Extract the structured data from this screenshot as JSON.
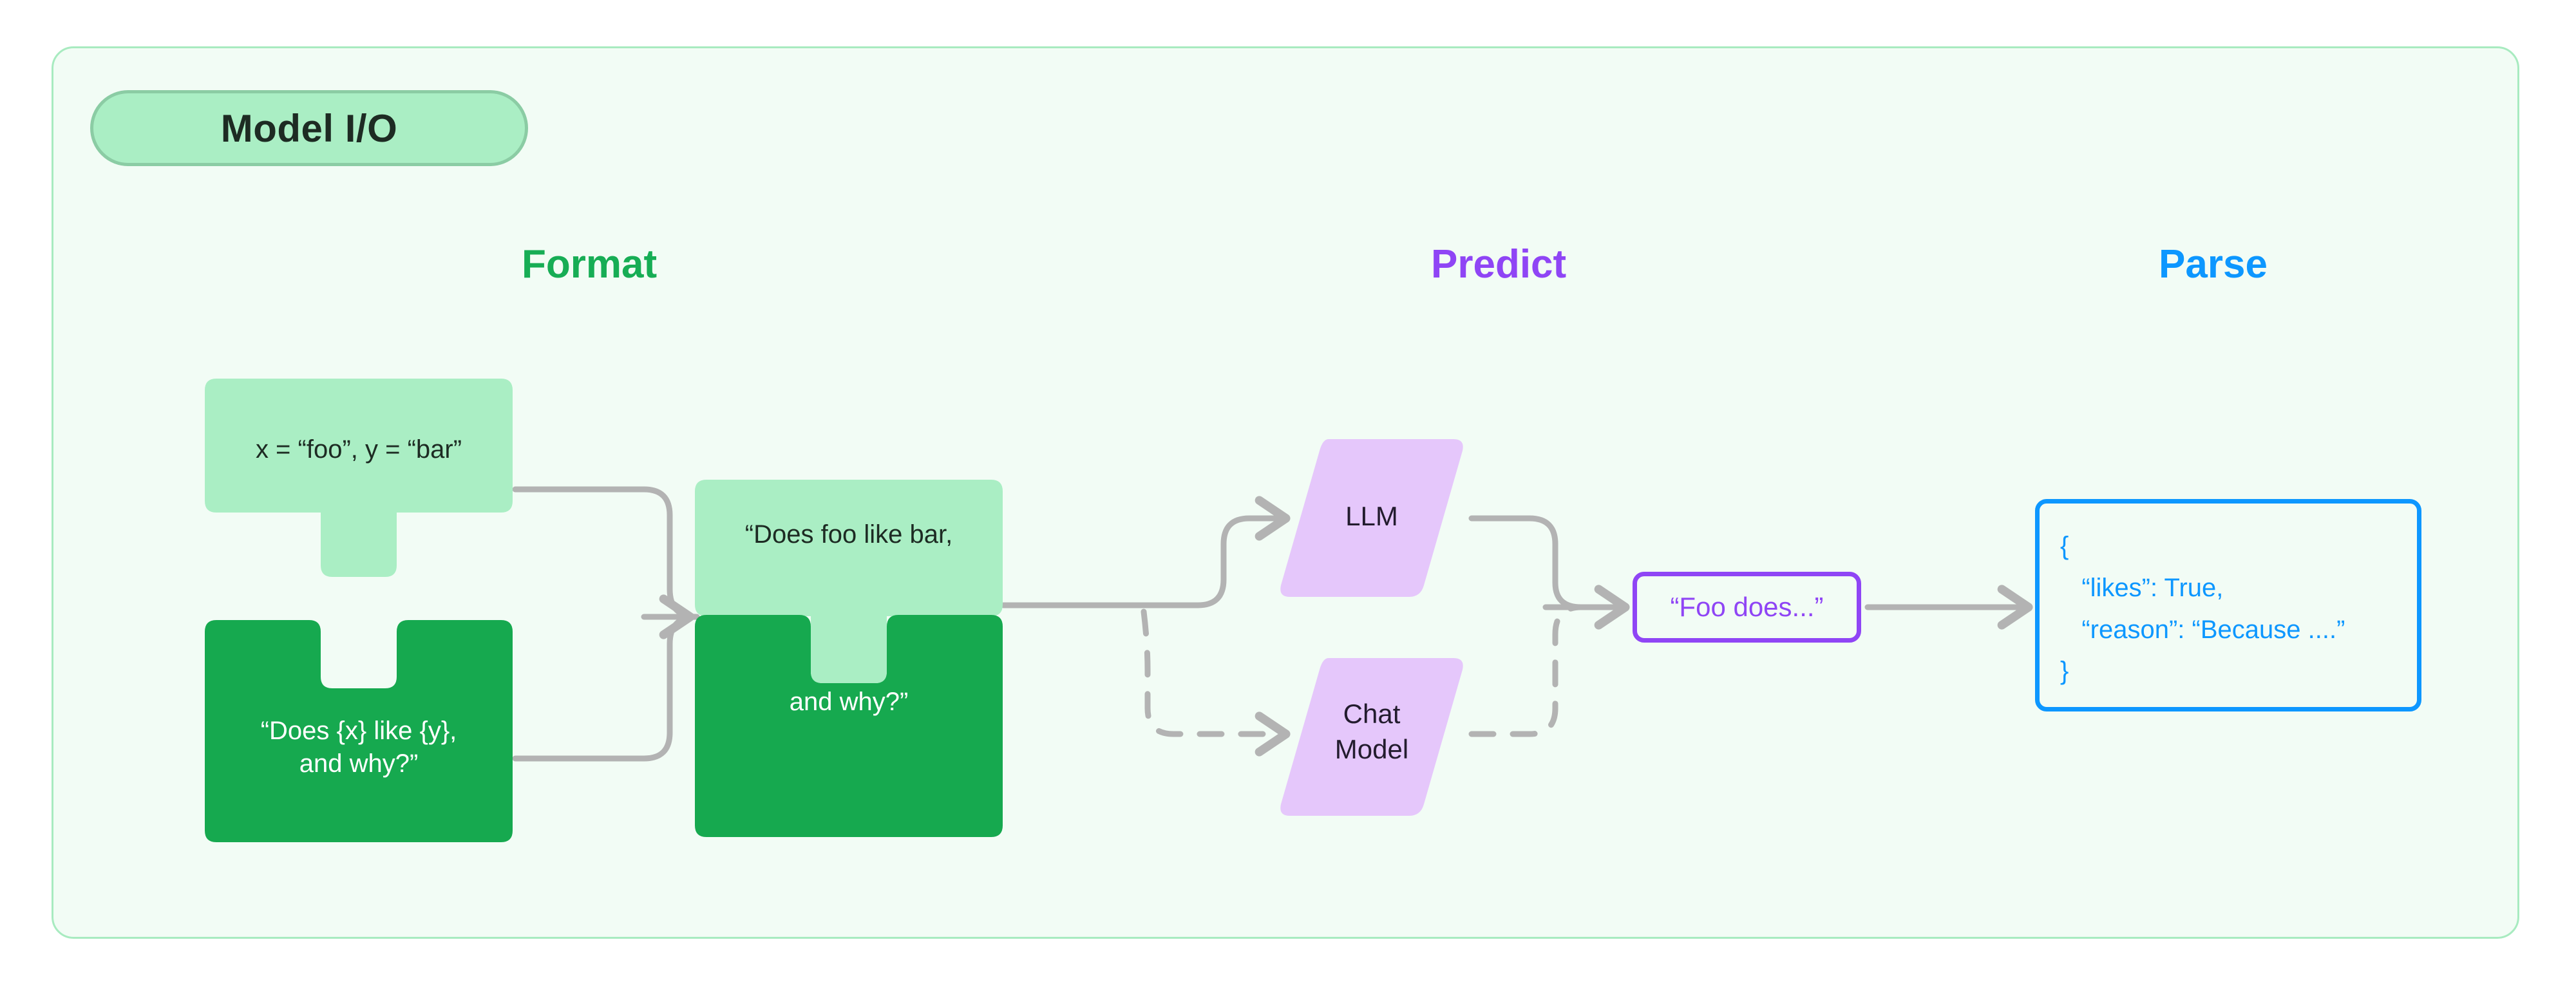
{
  "panel": {
    "badge_label": "Model I/O",
    "accent_border": "#a8ebc0",
    "background": "#f2fcf5"
  },
  "stages": [
    {
      "key": "format",
      "label": "Format",
      "color": "#17ad55"
    },
    {
      "key": "predict",
      "label": "Predict",
      "color": "#8f45f5"
    },
    {
      "key": "parse",
      "label": "Parse",
      "color": "#0d97ff"
    }
  ],
  "format": {
    "values_piece": {
      "text": "x = “foo”, y = “bar”",
      "fill": "#aaeec4",
      "text_color": "#1d2b23"
    },
    "template_piece": {
      "text": "“Does {x} like {y},\nand why?”",
      "fill": "#16a94f",
      "text_color": "#ffffff"
    },
    "prompt_piece_top": {
      "text": "“Does foo like bar,",
      "fill": "#aaeec4",
      "text_color": "#1d2b23"
    },
    "prompt_piece_bottom": {
      "text": "and why?”",
      "fill": "#16a94f",
      "text_color": "#ffffff"
    }
  },
  "predict": {
    "llm": {
      "label": "LLM",
      "fill": "#e5c7fb"
    },
    "chat_model": {
      "label": "Chat\nModel",
      "fill": "#e5c7fb"
    },
    "raw_output": {
      "text": "“Foo does...”",
      "color": "#8f45f5"
    }
  },
  "parse": {
    "json_lines": [
      "{",
      "   “likes”: True,",
      "   “reason”: “Because ....”",
      "}"
    ],
    "color": "#0d97ff"
  },
  "connectors": {
    "line_color": "#b3b3b3",
    "solid_style": "solid",
    "dashed_style": "dashed"
  }
}
